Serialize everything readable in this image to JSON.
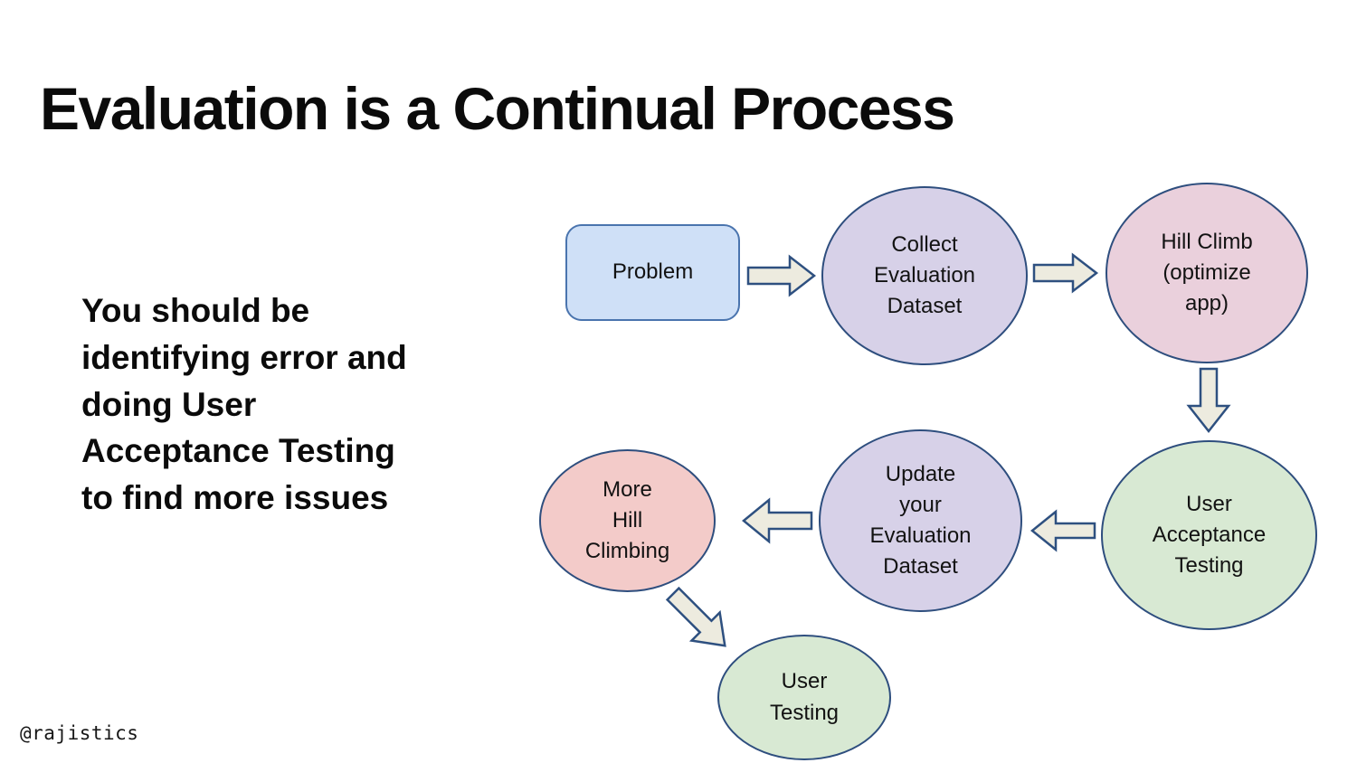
{
  "slide": {
    "title": "Evaluation is a Continual Process",
    "body": "You should be\nidentifying error and\ndoing User\nAcceptance Testing\nto find more issues",
    "watermark": "@rajistics"
  },
  "colors": {
    "background": "#ffffff",
    "text": "#0b0b0b",
    "problem_fill": "#cfe0f7",
    "problem_border": "#4a74ae",
    "purple_fill": "#d7d1e8",
    "pink_fill": "#ead0dc",
    "salmon_fill": "#f3cbc9",
    "green_fill": "#d8e9d3",
    "ellipse_border": "#2e4e7e",
    "arrow_fill": "#edebdf",
    "arrow_border": "#2e5080"
  },
  "diagram": {
    "nodes": [
      {
        "id": "problem",
        "shape": "rounded-rect",
        "label": "Problem"
      },
      {
        "id": "collect-evaluation-dataset",
        "shape": "ellipse",
        "label": "Collect\nEvaluation\nDataset"
      },
      {
        "id": "hill-climb",
        "shape": "ellipse",
        "label": "Hill Climb\n(optimize\napp)"
      },
      {
        "id": "user-acceptance-testing",
        "shape": "ellipse",
        "label": "User\nAcceptance\nTesting"
      },
      {
        "id": "update-evaluation-dataset",
        "shape": "ellipse",
        "label": "Update\nyour\nEvaluation\nDataset"
      },
      {
        "id": "more-hill-climbing",
        "shape": "ellipse",
        "label": "More\nHill\nClimbing"
      },
      {
        "id": "user-testing",
        "shape": "ellipse",
        "label": "User\nTesting"
      }
    ],
    "edges": [
      {
        "from": "problem",
        "to": "collect-evaluation-dataset",
        "direction": "right"
      },
      {
        "from": "collect-evaluation-dataset",
        "to": "hill-climb",
        "direction": "right"
      },
      {
        "from": "hill-climb",
        "to": "user-acceptance-testing",
        "direction": "down"
      },
      {
        "from": "user-acceptance-testing",
        "to": "update-evaluation-dataset",
        "direction": "left"
      },
      {
        "from": "update-evaluation-dataset",
        "to": "more-hill-climbing",
        "direction": "left"
      },
      {
        "from": "more-hill-climbing",
        "to": "user-testing",
        "direction": "down-right"
      }
    ]
  }
}
